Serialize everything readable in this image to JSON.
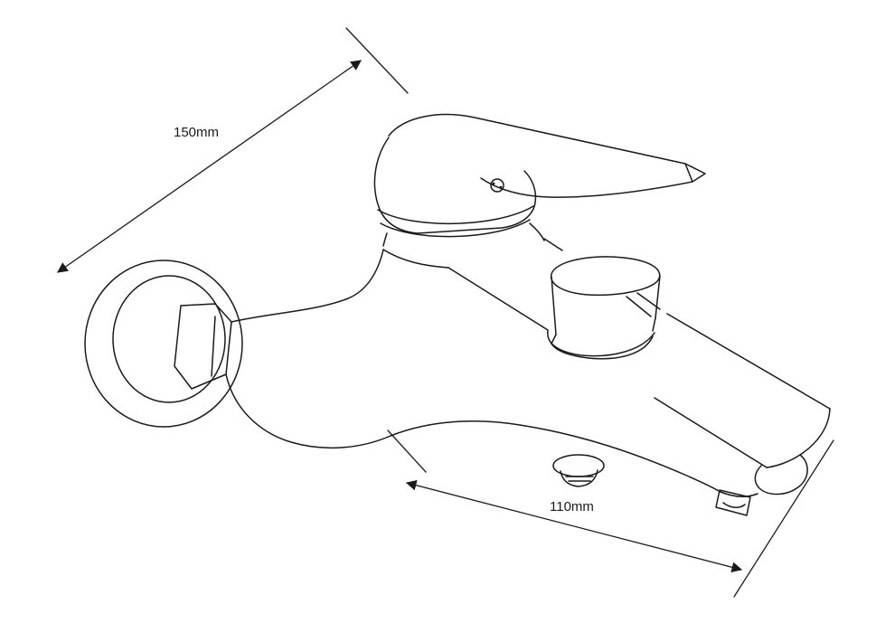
{
  "figure": {
    "description": "Technical line drawing of a wall-mounted bath mixer faucet shown in perspective, with two diagonal dimension arrows"
  },
  "dimensions": {
    "d150": {
      "label": "150mm"
    },
    "d110": {
      "label": "110mm"
    }
  },
  "colors": {
    "line": "#1a1a1a",
    "background": "#ffffff"
  }
}
